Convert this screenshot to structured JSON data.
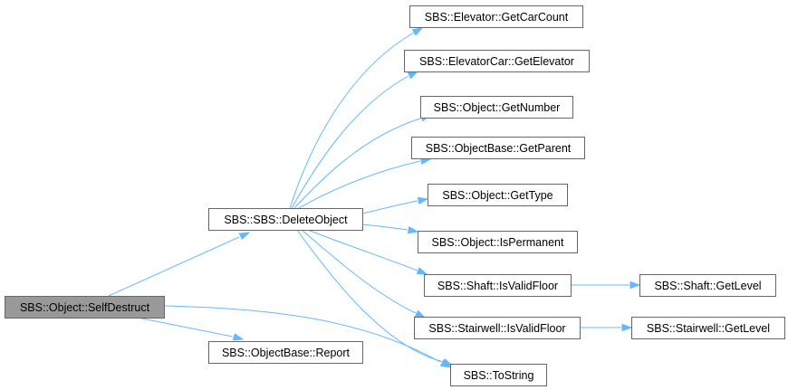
{
  "diagram": {
    "type": "call-graph",
    "colors": {
      "edge": "#63b8ff",
      "node_border": "#666666",
      "node_fill": "#ffffff",
      "root_fill": "#999999",
      "text": "#000000"
    },
    "nodes": [
      {
        "id": "selfdestruct",
        "label": "SBS::Object::SelfDestruct",
        "root": true
      },
      {
        "id": "deleteobject",
        "label": "SBS::SBS::DeleteObject"
      },
      {
        "id": "report",
        "label": "SBS::ObjectBase::Report"
      },
      {
        "id": "getcarcount",
        "label": "SBS::Elevator::GetCarCount"
      },
      {
        "id": "getelevator",
        "label": "SBS::ElevatorCar::GetElevator"
      },
      {
        "id": "getnumber",
        "label": "SBS::Object::GetNumber"
      },
      {
        "id": "getparent",
        "label": "SBS::ObjectBase::GetParent"
      },
      {
        "id": "gettype",
        "label": "SBS::Object::GetType"
      },
      {
        "id": "ispermanent",
        "label": "SBS::Object::IsPermanent"
      },
      {
        "id": "shaftvalid",
        "label": "SBS::Shaft::IsValidFloor"
      },
      {
        "id": "stairvalid",
        "label": "SBS::Stairwell::IsValidFloor"
      },
      {
        "id": "tostring",
        "label": "SBS::ToString"
      },
      {
        "id": "shaftlevel",
        "label": "SBS::Shaft::GetLevel"
      },
      {
        "id": "stairlevel",
        "label": "SBS::Stairwell::GetLevel"
      }
    ],
    "edges": [
      {
        "from": "selfdestruct",
        "to": "deleteobject"
      },
      {
        "from": "selfdestruct",
        "to": "report"
      },
      {
        "from": "selfdestruct",
        "to": "tostring"
      },
      {
        "from": "deleteobject",
        "to": "getcarcount"
      },
      {
        "from": "deleteobject",
        "to": "getelevator"
      },
      {
        "from": "deleteobject",
        "to": "getnumber"
      },
      {
        "from": "deleteobject",
        "to": "getparent"
      },
      {
        "from": "deleteobject",
        "to": "gettype"
      },
      {
        "from": "deleteobject",
        "to": "ispermanent"
      },
      {
        "from": "deleteobject",
        "to": "shaftvalid"
      },
      {
        "from": "deleteobject",
        "to": "stairvalid"
      },
      {
        "from": "deleteobject",
        "to": "tostring"
      },
      {
        "from": "shaftvalid",
        "to": "shaftlevel"
      },
      {
        "from": "stairvalid",
        "to": "stairlevel"
      }
    ]
  }
}
